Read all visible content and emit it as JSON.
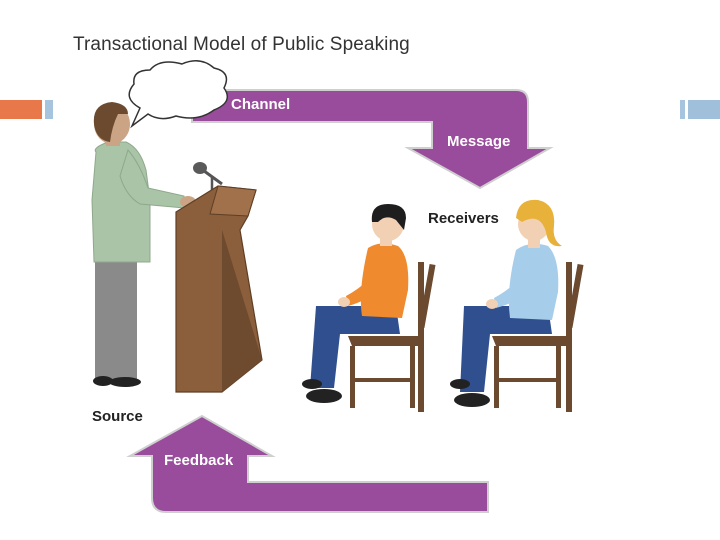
{
  "title": "Transactional Model of Public Speaking",
  "labels": {
    "channel": "Channel",
    "message": "Message",
    "receivers": "Receivers",
    "source": "Source",
    "feedback": "Feedback"
  },
  "colors": {
    "arrow": "#9a4c9c",
    "accent_orange": "#e8784a",
    "accent_blue": "#9fbfdb"
  }
}
